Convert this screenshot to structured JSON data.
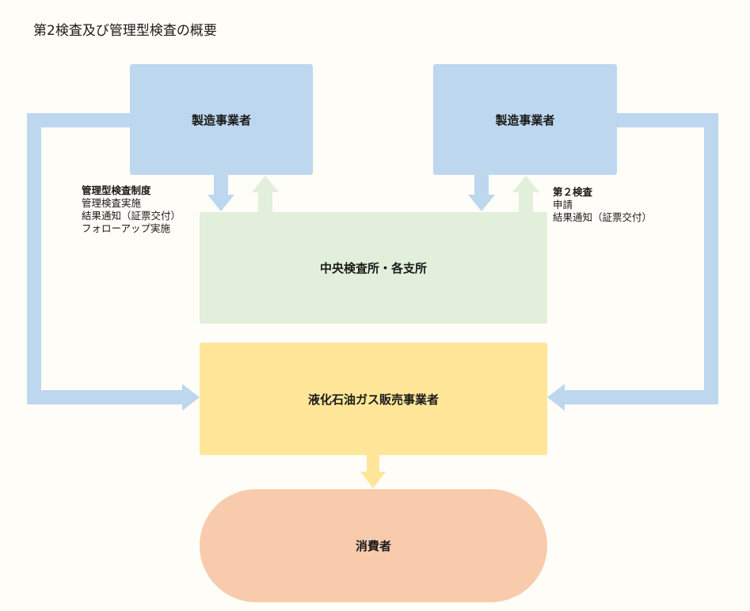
{
  "title": "第2検査及び管理型検査の概要",
  "nodes": {
    "manufacturer_left": "製造事業者",
    "manufacturer_right": "製造事業者",
    "center": "中央検査所・各支所",
    "lpg_dealer": "液化石油ガス販売事業者",
    "consumer": "消費者"
  },
  "notes": {
    "left": {
      "heading": "管理型検査制度",
      "lines": [
        "管理検査実施",
        "結果通知（証票交付）",
        "フォローアップ実施"
      ]
    },
    "right": {
      "heading": "第２検査",
      "lines": [
        "申請",
        "結果通知（証票交付）"
      ]
    }
  },
  "colors": {
    "background": "#fffdf7",
    "manufacturer": "#bdd7ee",
    "center": "#e2efda",
    "lpg_dealer": "#ffe699",
    "consumer": "#f8cbad",
    "blue_arrow": "#bdd7ee",
    "green_arrow": "#e2efda",
    "yellow_arrow": "#ffe699"
  }
}
